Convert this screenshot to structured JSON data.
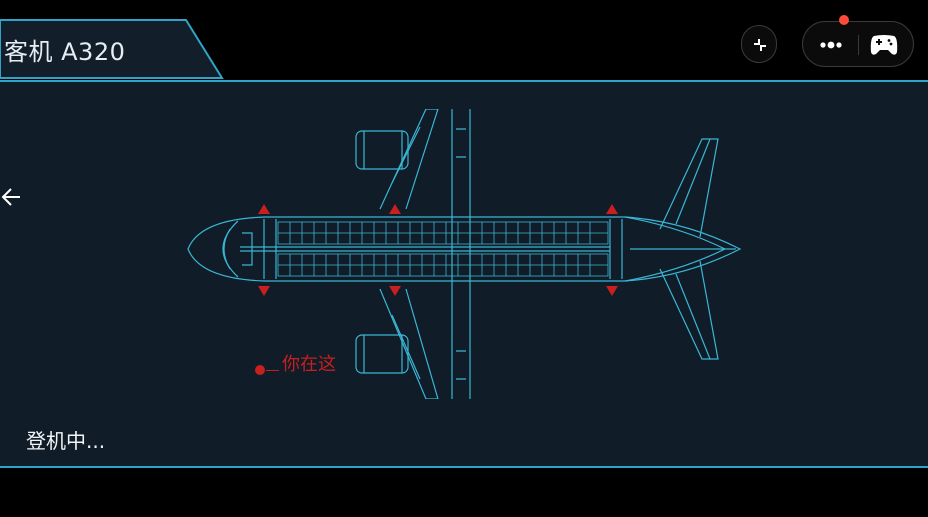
{
  "header": {
    "title": "客机 A320"
  },
  "icons": {
    "collapse": "collapse-icon",
    "more": "more-icon",
    "game": "gamepad-icon",
    "back": "back-arrow-icon"
  },
  "map": {
    "you_are_here": "你在这"
  },
  "status": {
    "text": "登机中..."
  },
  "colors": {
    "accent": "#2fa4c9",
    "blueprint_line": "#3ab6d6",
    "marker": "#c81f1f",
    "panel_bg": "#101c27",
    "notification": "#ff4a3a"
  }
}
